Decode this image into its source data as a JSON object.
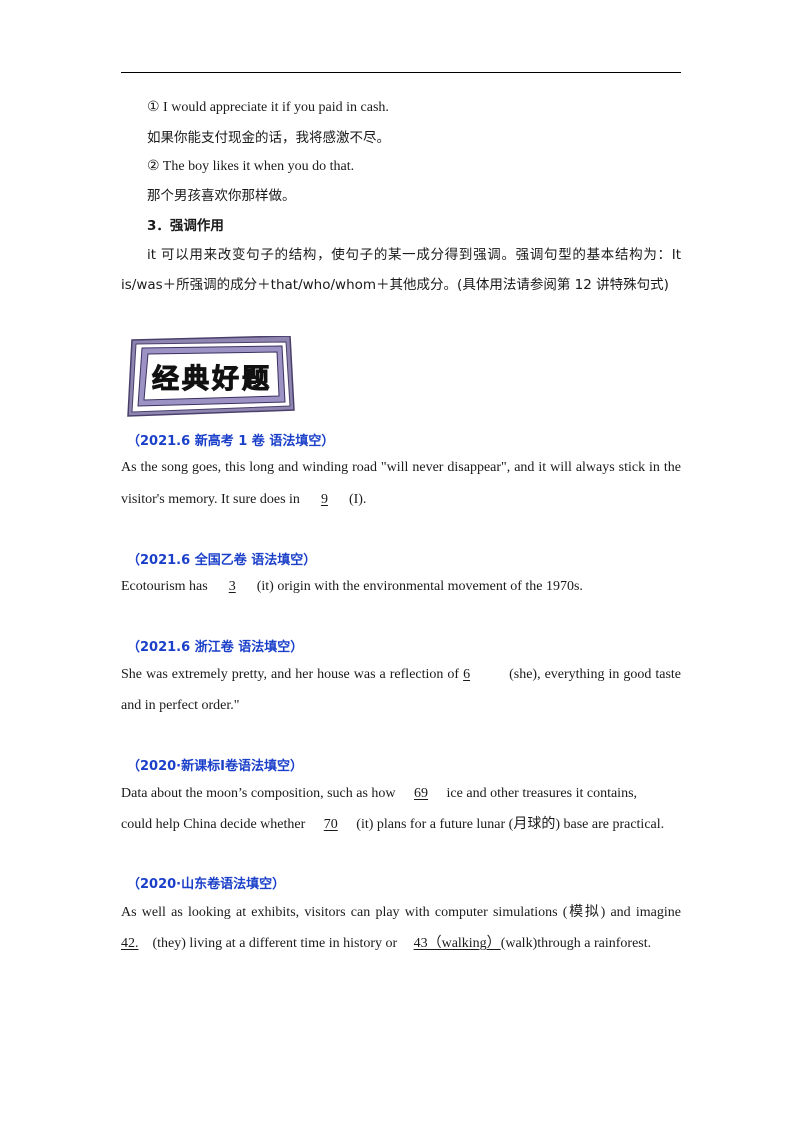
{
  "ex1_en": "① I would appreciate it if you paid in cash.",
  "ex1_cn": "如果你能支付现金的话，我将感激不尽。",
  "ex2_en": "② The boy likes it when you do that.",
  "ex2_cn": "那个男孩喜欢你那样做。",
  "section_title": "3．强调作用",
  "section_p1": "it 可以用来改变句子的结构，使句子的某一成分得到强调。强调句型的基本结构为：It",
  "section_p2": "is/was＋所强调的成分＋that/who/whom＋其他成分。(具体用法请参阅第 12 讲特殊句式)",
  "banner_text": "经典好题",
  "q1": {
    "source": "（2021.6 新高考 1 卷  语法填空）",
    "l1": "As the song goes, this long and winding road \"will never disappear\", and it will always stick in the",
    "l2_pre": "visitor's memory. It sure does in ",
    "blank": "9",
    "l2_post": " (I)."
  },
  "q2": {
    "source": "（2021.6 全国乙卷  语法填空）",
    "pre": "Ecotourism has ",
    "blank": "3",
    "post": " (it) origin with the environmental movement of the 1970s."
  },
  "q3": {
    "source": "（2021.6  浙江卷  语法填空）",
    "l1_pre": "She was extremely pretty, and her house was a reflection of ",
    "blank": "6",
    "l1_post": " (she), everything in good taste",
    "l2": "and in perfect order.\""
  },
  "q4": {
    "source": "（2020·新课标I卷语法填空）",
    "l1_pre": "Data about the moon’s composition, such as how ",
    "blank1": "69",
    "l1_post": " ice and other treasures it contains,",
    "l2_pre": "could help China decide whether ",
    "blank2": "70",
    "l2_post": " (it) plans for a future lunar (月球的) base are practical."
  },
  "q5": {
    "source": "（2020·山东卷语法填空）",
    "l1": "As well as looking at exhibits, visitors can play with computer simulations (模拟) and imagine",
    "blank1": "42.",
    "l2_mid": " (they) living at a different time in history or ",
    "blank2": "43（walking）",
    "l2_post": "(walk)through a rainforest."
  }
}
